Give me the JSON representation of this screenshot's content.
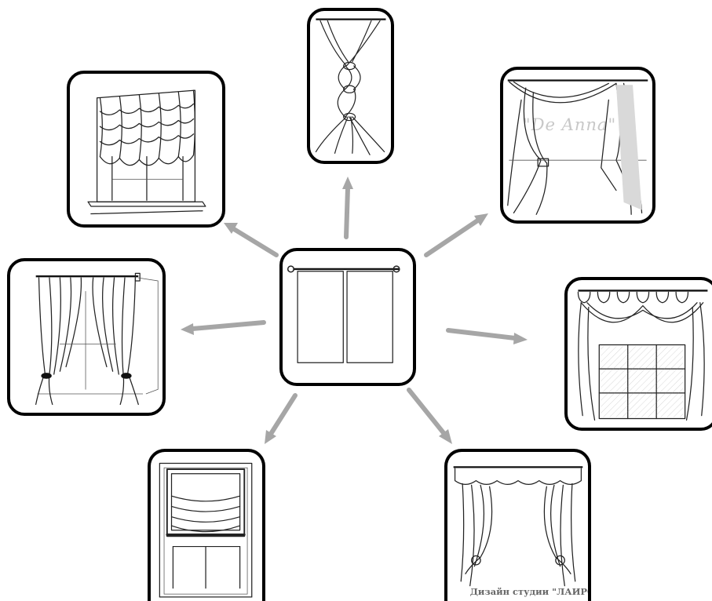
{
  "diagram": {
    "center": {
      "icon": "curtain-panels-rod-icon"
    },
    "items": [
      {
        "id": "austrian-shade",
        "icon": "austrian-shade-icon"
      },
      {
        "id": "knotted-curtain",
        "icon": "knotted-curtain-icon"
      },
      {
        "id": "swag-curtain",
        "icon": "swag-curtain-icon",
        "watermark": "\"De Anna\""
      },
      {
        "id": "tieback-curtains",
        "icon": "tieback-curtains-icon"
      },
      {
        "id": "valance-curtains",
        "icon": "valance-curtains-icon"
      },
      {
        "id": "roman-shade",
        "icon": "roman-shade-icon"
      },
      {
        "id": "lambrequin-curtains",
        "icon": "lambrequin-curtains-icon",
        "caption": "Дизайн студии \"ЛАИРС"
      }
    ],
    "colors": {
      "arrow": "#a6a6a6",
      "border": "#000000",
      "background": "#ffffff"
    }
  }
}
